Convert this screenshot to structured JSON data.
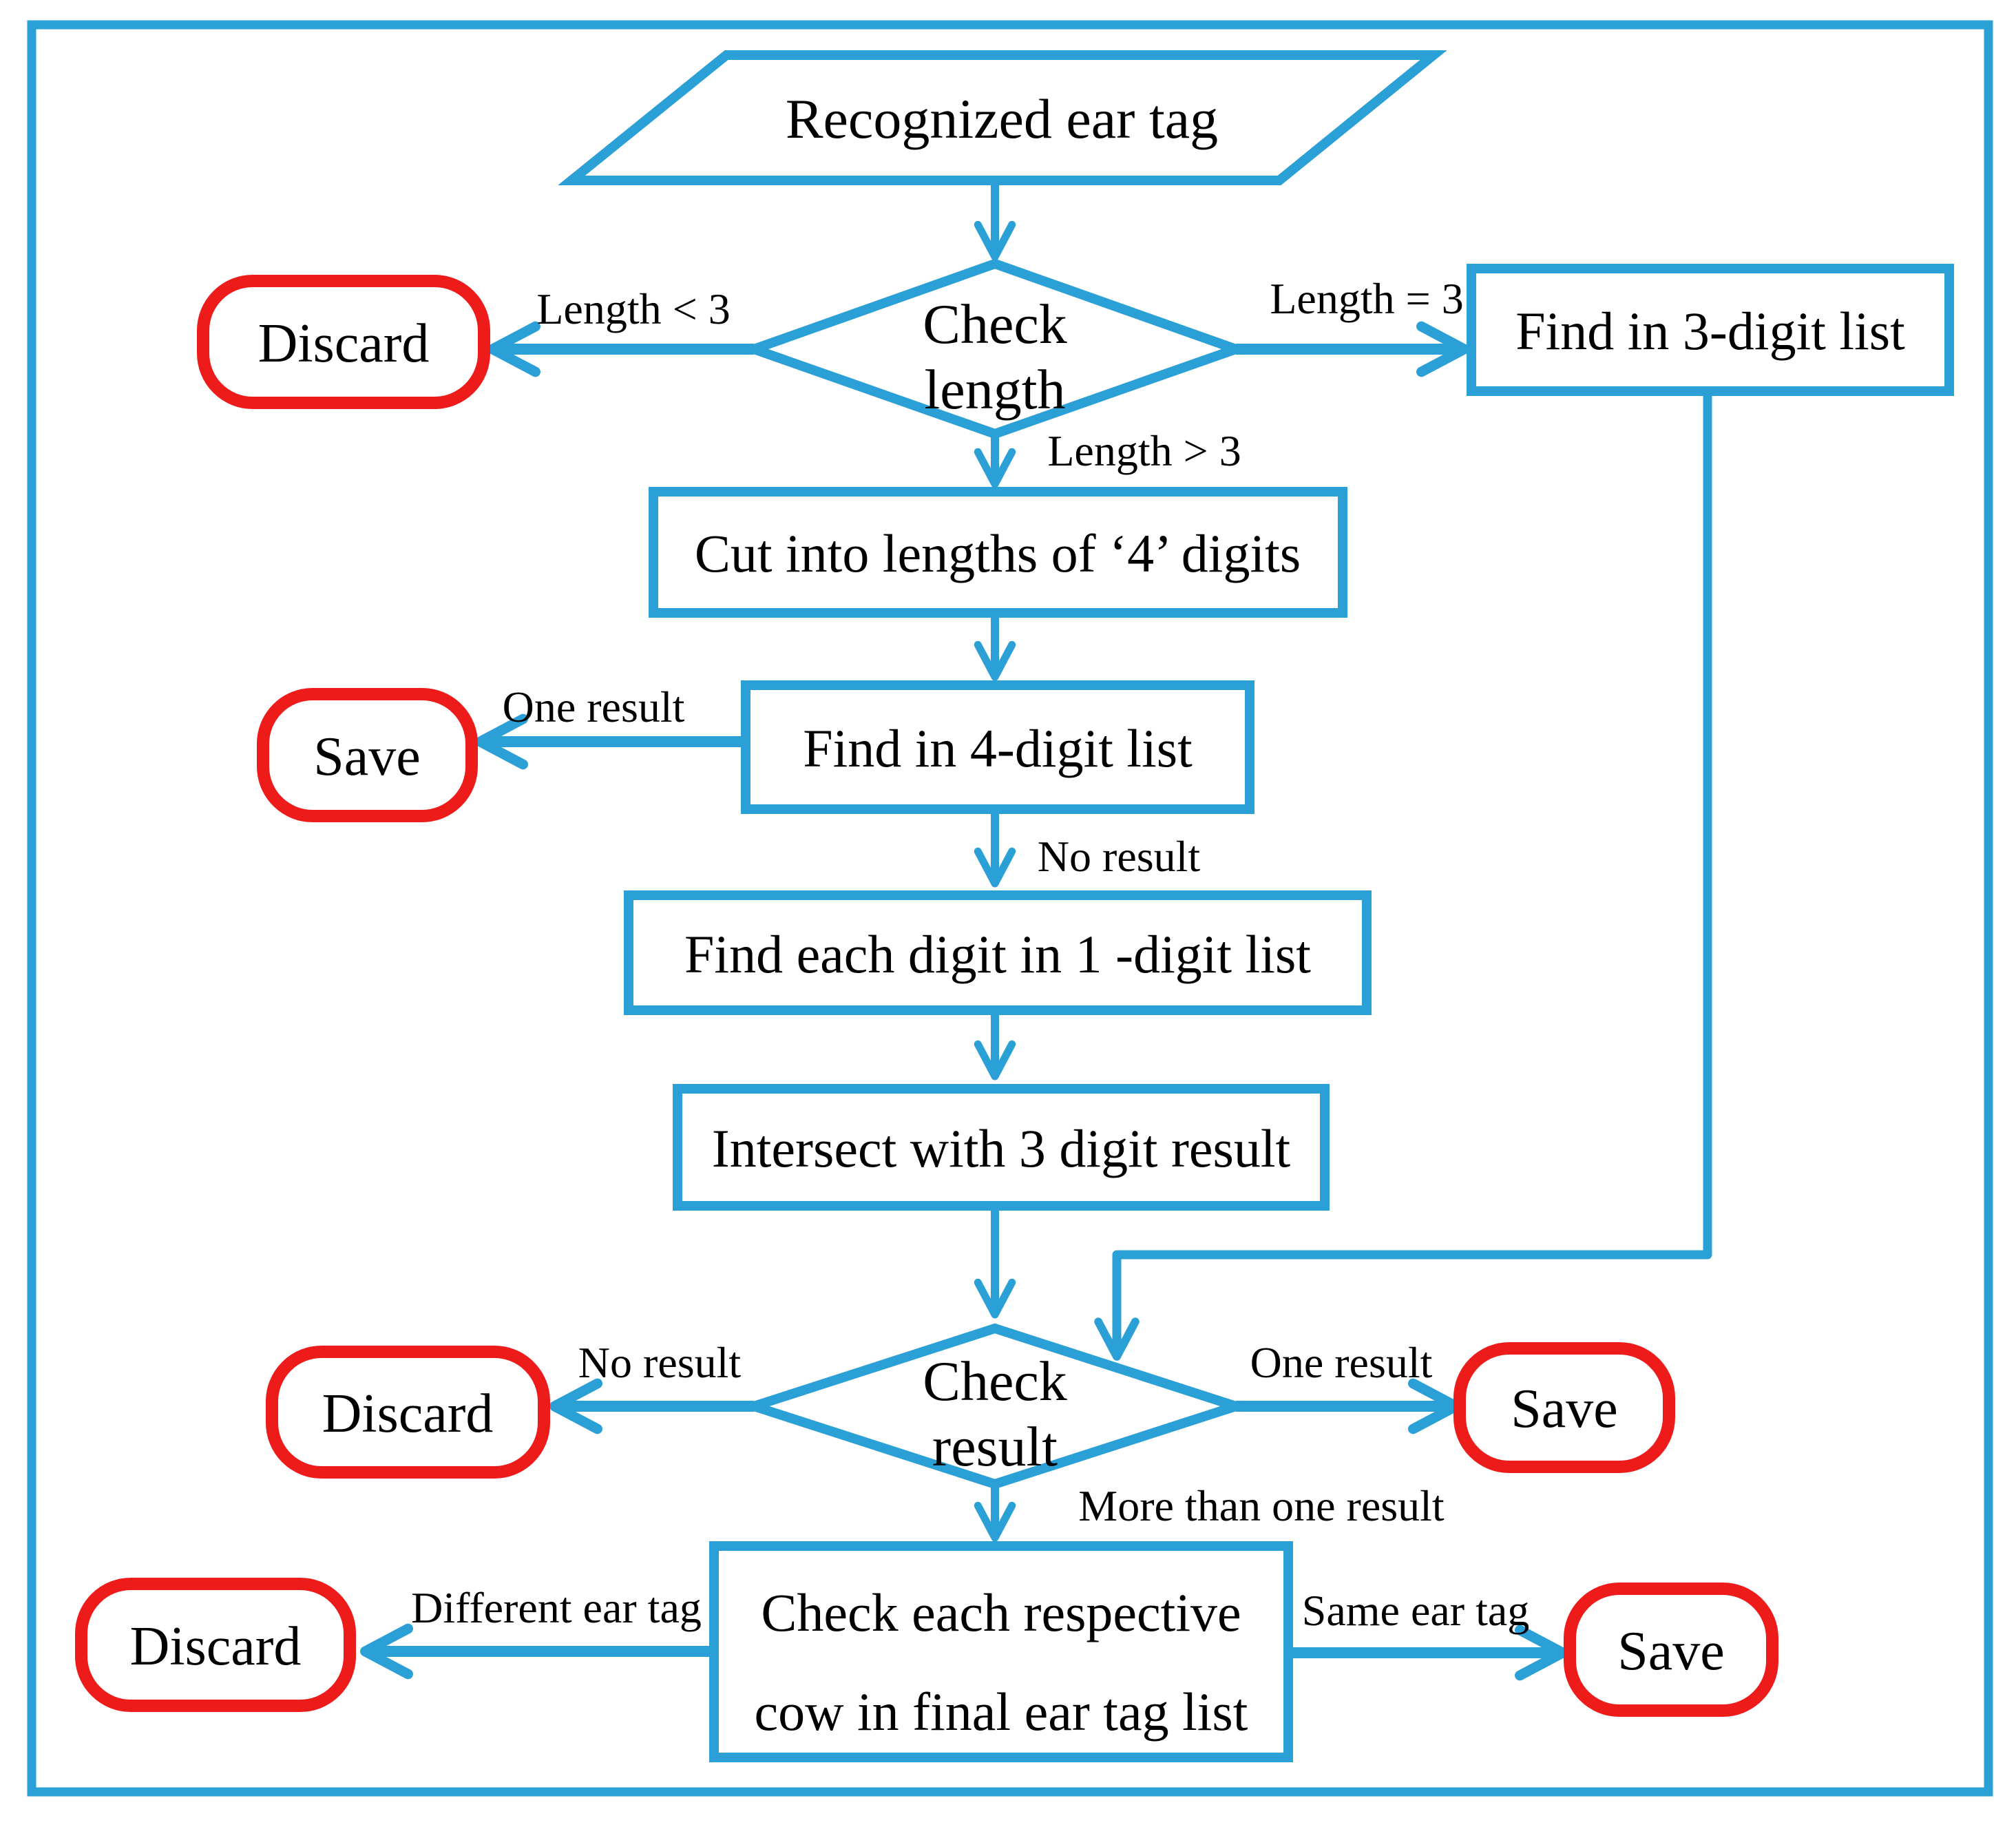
{
  "diagram": {
    "type": "flowchart",
    "colors": {
      "line": "#2BA0D7",
      "terminal_border": "#EE1B1B",
      "text": "#000000",
      "background": "#FFFFFF"
    },
    "nodes": {
      "start": {
        "label": "Recognized ear tag",
        "shape": "parallelogram"
      },
      "check_length": {
        "line1": "Check",
        "line2": "length",
        "shape": "decision"
      },
      "discard_length": {
        "label": "Discard",
        "shape": "terminal"
      },
      "find_3_digit": {
        "label": "Find in 3-digit list",
        "shape": "process"
      },
      "cut_into_4": {
        "label": "Cut into lengths of ‘4’ digits",
        "shape": "process"
      },
      "find_4_digit": {
        "label": "Find in 4-digit list",
        "shape": "process"
      },
      "save_4_digit": {
        "label": "Save",
        "shape": "terminal"
      },
      "find_each_digit": {
        "label": "Find each digit in 1 -digit list",
        "shape": "process"
      },
      "intersect": {
        "label": "Intersect with 3 digit result",
        "shape": "process"
      },
      "check_result": {
        "line1": "Check",
        "line2": "result",
        "shape": "decision"
      },
      "discard_result": {
        "label": "Discard",
        "shape": "terminal"
      },
      "save_result": {
        "label": "Save",
        "shape": "terminal"
      },
      "check_each_cow": {
        "line1": "Check each respective",
        "line2": "cow in final ear tag list",
        "shape": "process"
      },
      "discard_final": {
        "label": "Discard",
        "shape": "terminal"
      },
      "save_final": {
        "label": "Save",
        "shape": "terminal"
      }
    },
    "edge_labels": {
      "length_lt_3": "Length < 3",
      "length_eq_3": "Length = 3",
      "length_gt_3": "Length > 3",
      "one_result_4digit": "One result",
      "no_result_4digit": "No result",
      "no_result_check": "No result",
      "one_result_check": "One result",
      "more_than_one_result": "More than one result",
      "different_ear_tag": "Different ear tag",
      "same_ear_tag": "Same ear tag"
    }
  }
}
